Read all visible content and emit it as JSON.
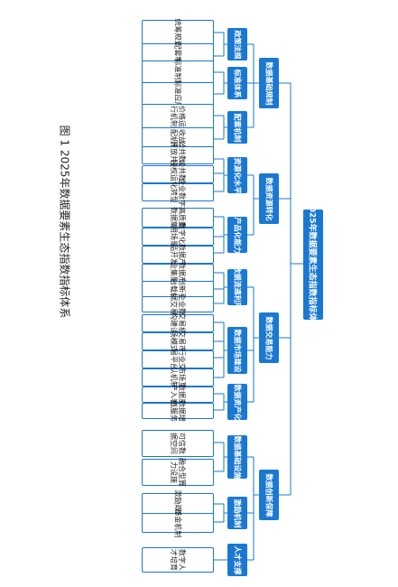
{
  "caption": "图 1  2025年数据要素生态指数指标体系",
  "root": "2025年数据要素生态指数指标体系",
  "dimensions": [
    {
      "label": "数据基础规制",
      "subs": [
        {
          "label": "政策法规",
          "leaves": [
            "统筹规划",
            "配套制度"
          ]
        },
        {
          "label": "标准体系",
          "leaves": [
            "标准制定",
            "标准应用"
          ]
        },
        {
          "label": "配套机制",
          "leaves": [
            "价格运行机制",
            "收益分配机制"
          ]
        }
      ]
    },
    {
      "label": "数据资源转化",
      "subs": [
        {
          "label": "资源化水平",
          "leaves": [
            "公共数据开放共享",
            "公共数据授权运营",
            "企业数字化转型"
          ]
        },
        {
          "label": "产品化能力",
          "leaves": [
            "高质量数据集",
            "数字化应用场景",
            "数据产品开发"
          ]
        }
      ]
    },
    {
      "label": "数据交易能力",
      "subs": [
        {
          "label": "数据流通利用",
          "leaves": [
            "数据产业集聚",
            "创新平台载体",
            "企业数据交易"
          ]
        },
        {
          "label": "数据市场建设",
          "leaves": [
            "交易机构建设",
            "交易市场模式",
            "行业交易平台",
            "市场互认机制"
          ]
        },
        {
          "label": "数据资产化",
          "leaves": [
            "数据资产入表",
            "数据增值服务"
          ]
        }
      ]
    },
    {
      "label": "数据创新保障",
      "subs": [
        {
          "label": "数据基础设施",
          "leaves": [
            "可信数据空间",
            "融合型算力设施"
          ]
        },
        {
          "label": "激励机制",
          "leaves": [
            "激励政策",
            "基金机制"
          ]
        },
        {
          "label": "人才支撑",
          "leaves": [
            "数字人才培育"
          ]
        }
      ]
    }
  ]
}
